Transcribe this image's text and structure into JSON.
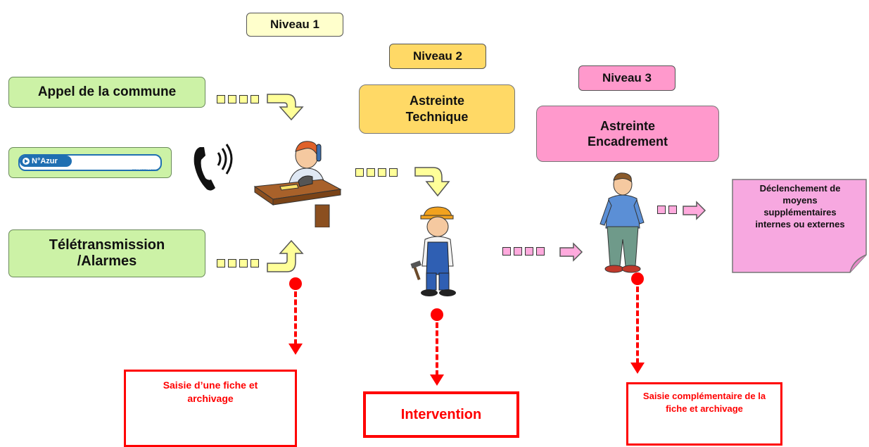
{
  "levels": [
    {
      "label": "Niveau 1"
    },
    {
      "label": "Niveau 2"
    },
    {
      "label": "Niveau 3"
    }
  ],
  "sources": {
    "appel": "Appel de la commune",
    "numero_badge": "N°Azur",
    "numero_tagline": "PRIX APPEL LOCAL",
    "teletransmission_line1": "Télétransmission",
    "teletransmission_line2": "/Alarmes"
  },
  "astreinte_technique": {
    "line1": "Astreinte",
    "line2": "Technique"
  },
  "astreinte_encadrement": {
    "line1": "Astreinte",
    "line2": "Encadrement"
  },
  "declenchement": {
    "text": "Déclenchement de moyens supplémentaires internes ou externes"
  },
  "notes": {
    "saisie_fiche": "Saisie d’une fiche et archivage",
    "intervention": "Intervention",
    "saisie_complementaire": "Saisie complémentaire de la fiche et archivage"
  },
  "colors": {
    "green_box": "#ccf2a6",
    "level1": "#ffffcc",
    "level2": "#ffd966",
    "level3": "#ff99cc",
    "red": "#ff0000",
    "arrow_yellow": "#ffff99",
    "arrow_pink": "#ffaadd"
  },
  "icons": [
    "phone-icon",
    "operator-figure",
    "worker-figure",
    "manager-figure",
    "curved-arrow-icon",
    "right-arrow-icon"
  ]
}
